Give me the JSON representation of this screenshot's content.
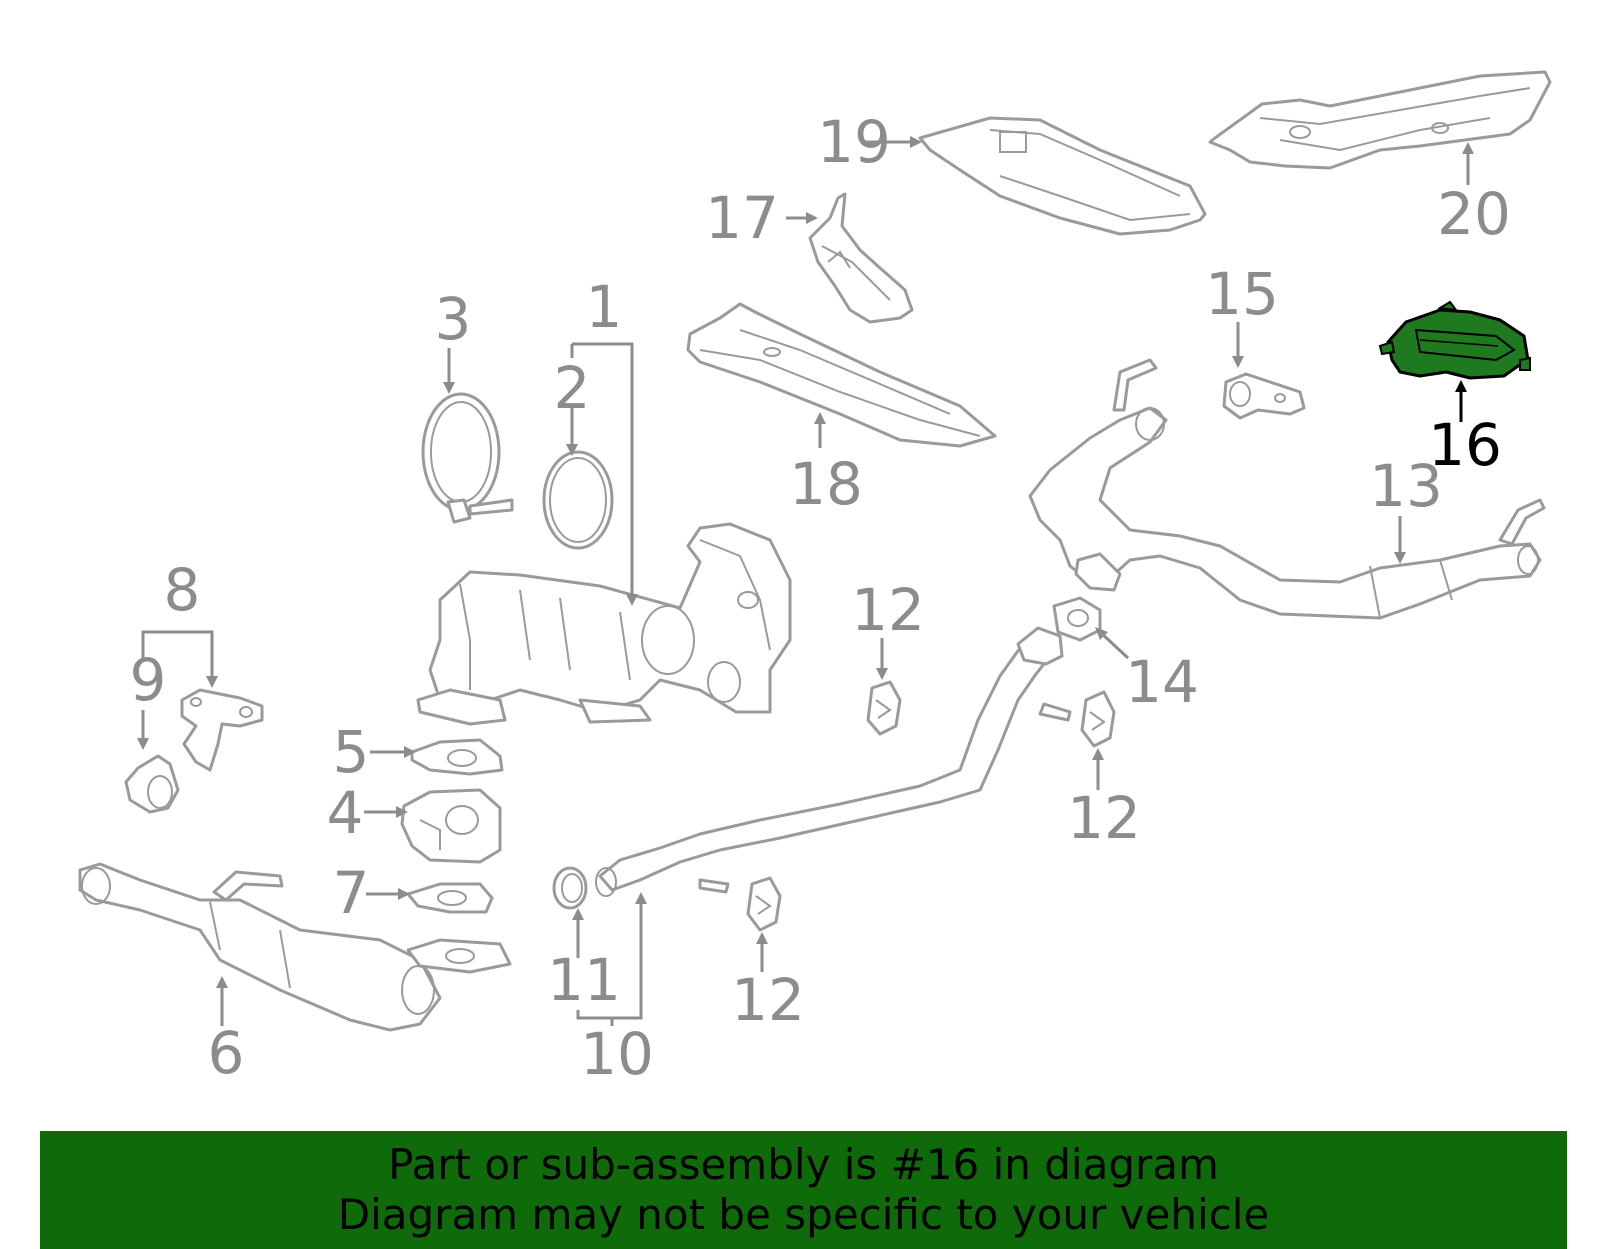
{
  "callouts": {
    "c1": "1",
    "c2": "2",
    "c3": "3",
    "c4": "4",
    "c5": "5",
    "c6": "6",
    "c7": "7",
    "c8": "8",
    "c9": "9",
    "c10": "10",
    "c11": "11",
    "c12a": "12",
    "c12b": "12",
    "c12c": "12",
    "c13": "13",
    "c14": "14",
    "c15": "15",
    "c16": "16",
    "c17": "17",
    "c18": "18",
    "c19": "19",
    "c20": "20"
  },
  "highlight": {
    "part_number": "16",
    "color": "#1f7a1f"
  },
  "banner": {
    "line1": "Part or sub-assembly is #16 in diagram",
    "line2": "Diagram may not be specific to your vehicle",
    "color": "#0f6b0a"
  }
}
